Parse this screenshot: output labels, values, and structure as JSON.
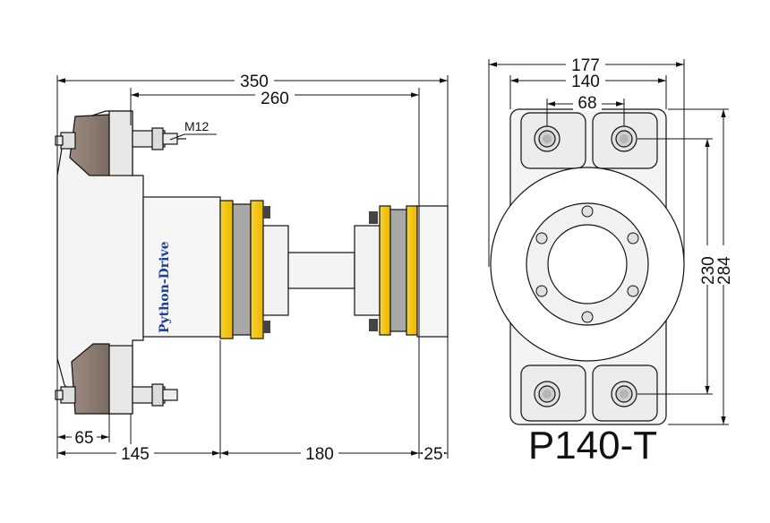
{
  "product": {
    "model": "P140-T",
    "brand": "Python-Drive"
  },
  "colors": {
    "yellow": "#f2c200",
    "grey_rubber": "#a8a8a8",
    "brown_rubber": "#8f7f74",
    "body": "#f4f4f4",
    "outline": "#111111",
    "brand_text": "#1a3fa0"
  },
  "side_view": {
    "thread": "M12",
    "dim_overall": "350",
    "dim_260": "260",
    "dim_65": "65",
    "dim_145": "145",
    "dim_180": "180",
    "dim_25": "25"
  },
  "front_view": {
    "dim_width_outer": "177",
    "dim_width_bolts": "140",
    "dim_width_inner": "68",
    "dim_height_bolts": "230",
    "dim_height_outer": "284"
  }
}
